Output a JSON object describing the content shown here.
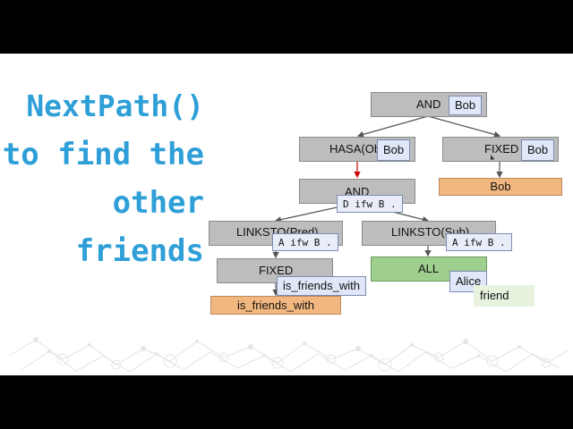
{
  "title": [
    "NextPath()",
    "to find the",
    "other",
    "friends"
  ],
  "nodes": {
    "and_root": "AND",
    "hasa": "HASA(Ob",
    "fixed_top": "FIXED",
    "bob_result": "Bob",
    "and_mid": "AND",
    "linksto_pred": "LINKSTO(Pred)",
    "linksto_sub": "LINKSTO(Sub)",
    "fixed_bottom": "FIXED",
    "all": "ALL",
    "is_friends_with_result": "is_friends_with"
  },
  "tags": {
    "root_bob": "Bob",
    "hasa_bob": "Bob",
    "fixed_bob": "Bob",
    "and_mid_quad": "D ifw B .",
    "pred_quad": "A ifw B .",
    "sub_quad": "A ifw B .",
    "fixed_value": "is_friends_with",
    "all_value": "Alice",
    "friend": "friend"
  },
  "colors": {
    "title": "#2f9fd8",
    "node_gray": "#bdbdbd",
    "node_orange": "#f2b77f",
    "node_green": "#9fcf8e",
    "tag_blue": "#dfe7f8",
    "active_edge": "#cc0000"
  },
  "icons": {
    "cursor": "mouse-cursor-icon"
  }
}
